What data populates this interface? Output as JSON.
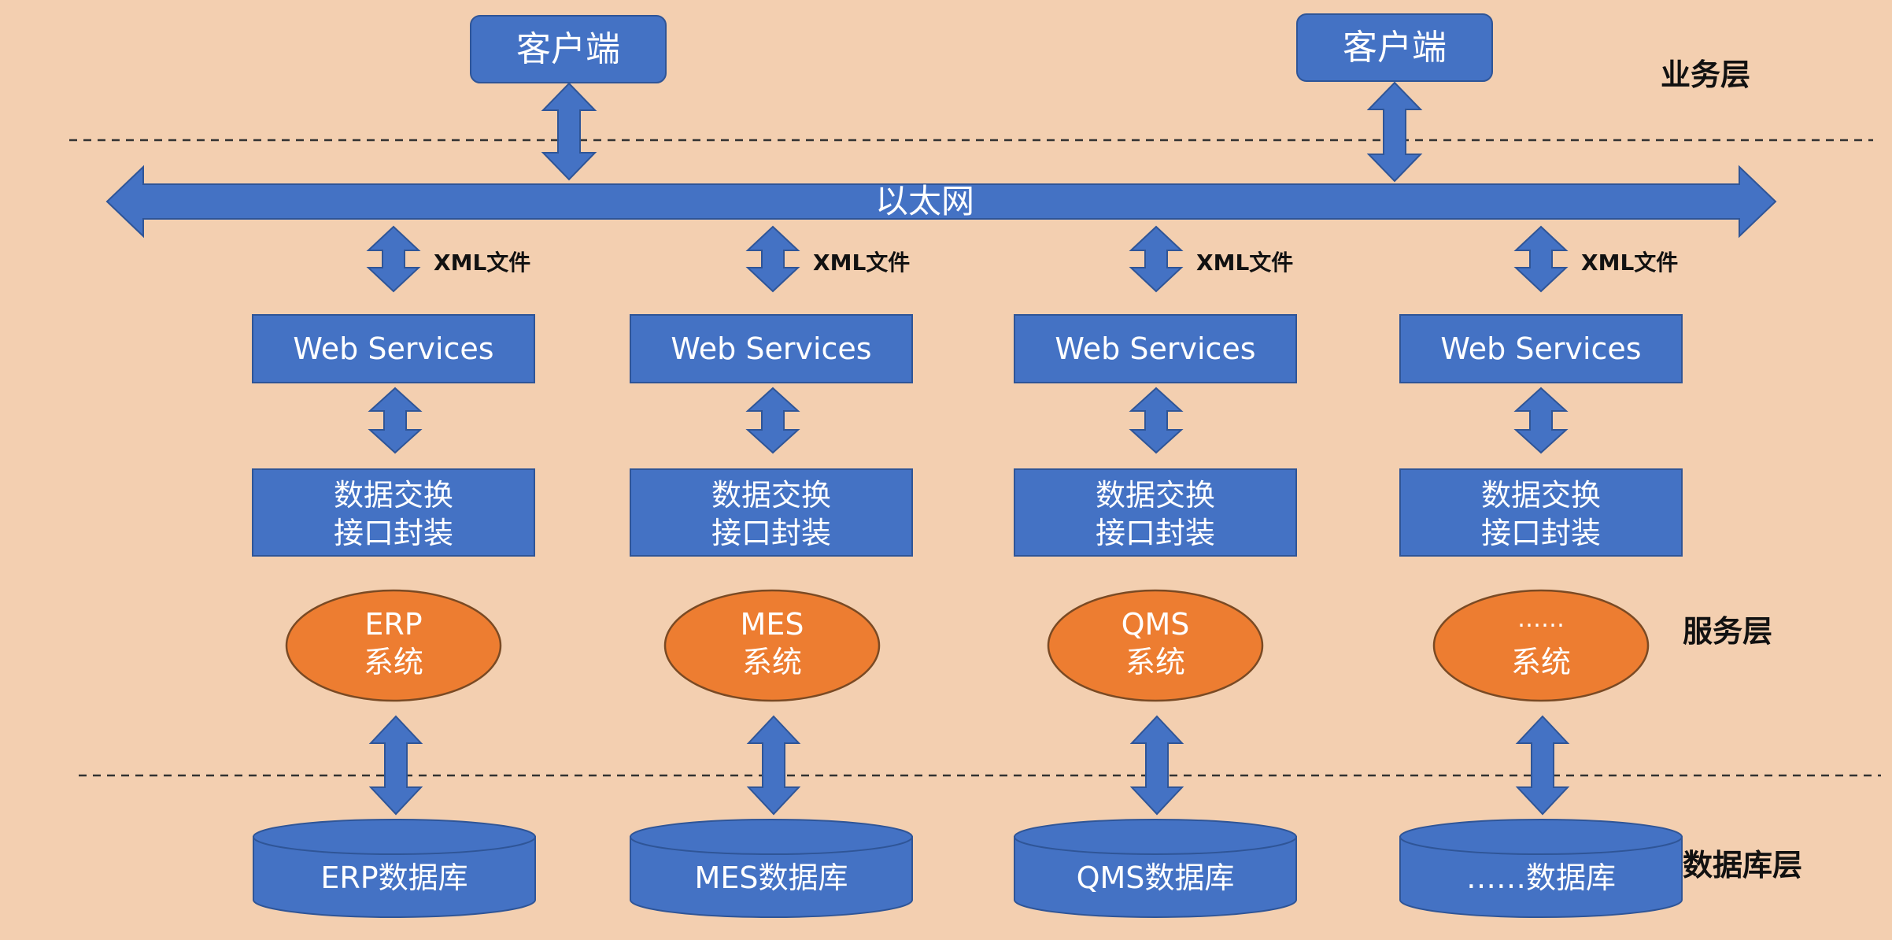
{
  "colors": {
    "background": "#f3cfb0",
    "blue": "#4472c4",
    "blue_border": "#2f5597",
    "orange": "#ed7d31",
    "orange_border": "#7a4a24",
    "text_dark": "#111111",
    "text_light": "#ffffff",
    "dashed_line": "#333333"
  },
  "layers": {
    "business": "业务层",
    "service": "服务层",
    "database": "数据库层"
  },
  "clients": [
    {
      "label": "客户端"
    },
    {
      "label": "客户端"
    }
  ],
  "bus": {
    "label": "以太网"
  },
  "columns": [
    {
      "xml_label": "XML文件",
      "web_service": "Web Services",
      "interface_line1": "数据交换",
      "interface_line2": "接口封装",
      "system_line1": "ERP",
      "system_line2": "系统",
      "database": "ERP数据库"
    },
    {
      "xml_label": "XML文件",
      "web_service": "Web Services",
      "interface_line1": "数据交换",
      "interface_line2": "接口封装",
      "system_line1": "MES",
      "system_line2": "系统",
      "database": "MES数据库"
    },
    {
      "xml_label": "XML文件",
      "web_service": "Web Services",
      "interface_line1": "数据交换",
      "interface_line2": "接口封装",
      "system_line1": "QMS",
      "system_line2": "系统",
      "database": "QMS数据库"
    },
    {
      "xml_label": "XML文件",
      "web_service": "Web Services",
      "interface_line1": "数据交换",
      "interface_line2": "接口封装",
      "system_line1": "……",
      "system_line2": "系统",
      "database": "……数据库"
    }
  ]
}
